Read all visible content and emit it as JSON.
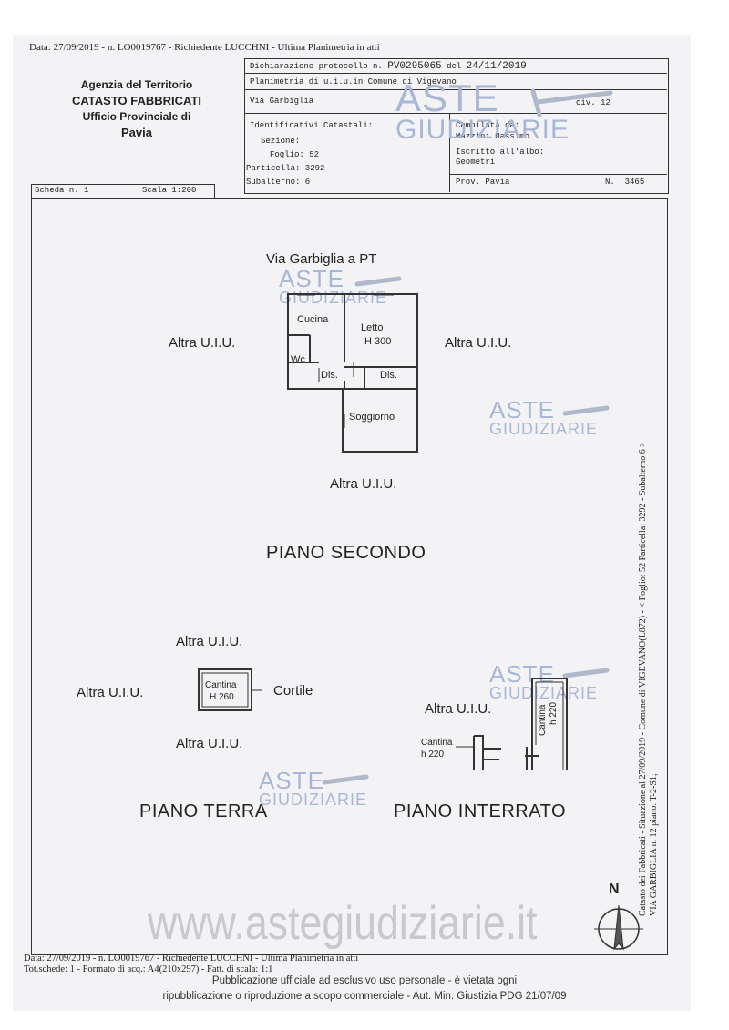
{
  "top_banner": "Data: 27/09/2019 - n. LO0019767 - Richiedente LUCCHNI - Ultima Planimetria in atti",
  "agency": {
    "line1": "Agenzia del Territorio",
    "line2": "CATASTO FABBRICATI",
    "line3": "Ufficio Provinciale di",
    "line4": "Pavia"
  },
  "header": {
    "protocol_label": "Dichiarazione protocollo n.",
    "protocol_number": "PV0295065",
    "protocol_del": "del",
    "protocol_date": "24/11/2019",
    "planimetria": "Planimetria di u.i.u.in Comune di Vigevano",
    "street": "Via Garbiglia",
    "civ": "civ. 12",
    "identificativi": "Identificativi Catastali:",
    "sezione": "Sezione:",
    "foglio": "Foglio: 52",
    "particella": "Particella: 3292",
    "subalterno": "Subalterno: 6",
    "compilata_label": "Compilata da:",
    "compilata_name": "Mazzini Massimo",
    "iscritto": "Iscritto all'albo:",
    "albo": "Geometri",
    "prov": "Prov. Pavia",
    "n_label": "N.",
    "n_value": "3465",
    "scheda": "Scheda n. 1",
    "scala": "Scala 1:200"
  },
  "watermark_logo": {
    "line1": "ASTE",
    "line2": "GIUDIZIARIE"
  },
  "plan_second": {
    "street_label": "Via Garbiglia a PT",
    "altra_left": "Altra U.I.U.",
    "altra_right": "Altra U.I.U.",
    "altra_bottom": "Altra U.I.U.",
    "rooms": {
      "cucina": "Cucina",
      "letto": "Letto",
      "letto_h": "H 300",
      "wc": "Wc",
      "dis1": "Dis.",
      "dis2": "Dis.",
      "soggiorno": "Soggiorno"
    },
    "title": "PIANO SECONDO"
  },
  "plan_ground": {
    "altra_top": "Altra U.I.U.",
    "altra_left": "Altra U.I.U.",
    "altra_bottom": "Altra U.I.U.",
    "cantina": "Cantina",
    "cantina_h": "H 260",
    "cortile": "Cortile",
    "title": "PIANO TERRA"
  },
  "plan_basement": {
    "altra": "Altra U.I.U.",
    "cantina_left": "Cantina",
    "cantina_left_h": "h 220",
    "cantina_right": "Cantina",
    "cantina_right_h": "h 220",
    "title": "PIANO INTERRATO"
  },
  "north": "N",
  "side_text_1": "Catasto dei Fabbricati - Situazione al 27/09/2019 - Comune di VIGEVANO(L872) - < Foglio: 52 Particella: 3292 - Subalterno 6 >",
  "side_text_2": "VIA GARBIGLIA n. 12 piano: T-2-S1;",
  "watermark_url": "www.astegiudiziarie.it",
  "footer": {
    "line1": "Data: 27/09/2019 - n. LO0019767 - Richiedente LUCCHNI - Ultima Planimetria in atti",
    "line2": "Tot.schede: 1 - Formato di acq.: A4(210x297) - Fatt. di scala: 1:1",
    "notice1": "Pubblicazione ufficiale ad esclusivo uso personale - è vietata ogni",
    "notice2": "ripubblicazione o riproduzione a scopo commerciale - Aut. Min. Giustizia PDG 21/07/09"
  }
}
